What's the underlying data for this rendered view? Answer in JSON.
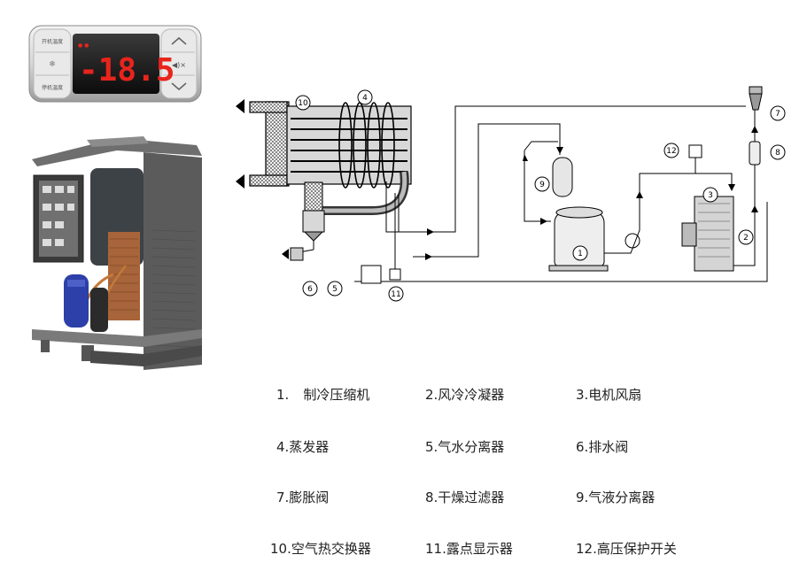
{
  "controller": {
    "display_value": "-18.5",
    "button_top_left": "开机温度",
    "button_bottom_left": "停机温度",
    "unit_symbol": "℃",
    "led_color": "#e8241c"
  },
  "diagram": {
    "callouts": [
      "1",
      "2",
      "3",
      "4",
      "5",
      "6",
      "7",
      "8",
      "9",
      "10",
      "11",
      "12"
    ]
  },
  "legend": [
    {
      "num": "1.",
      "text": "制冷压缩机"
    },
    {
      "label": "2.风冷冷凝器"
    },
    {
      "label": "3.电机风扇"
    },
    {
      "label": "4.蒸发器"
    },
    {
      "label": "5.气水分离器"
    },
    {
      "label": "6.排水阀"
    },
    {
      "label": "7.膨胀阀"
    },
    {
      "label": "8.干燥过滤器"
    },
    {
      "label": "9.气液分离器"
    },
    {
      "label": "10.空气热交换器"
    },
    {
      "label": "11.露点显示器"
    },
    {
      "label": "12.高压保护开关"
    }
  ]
}
